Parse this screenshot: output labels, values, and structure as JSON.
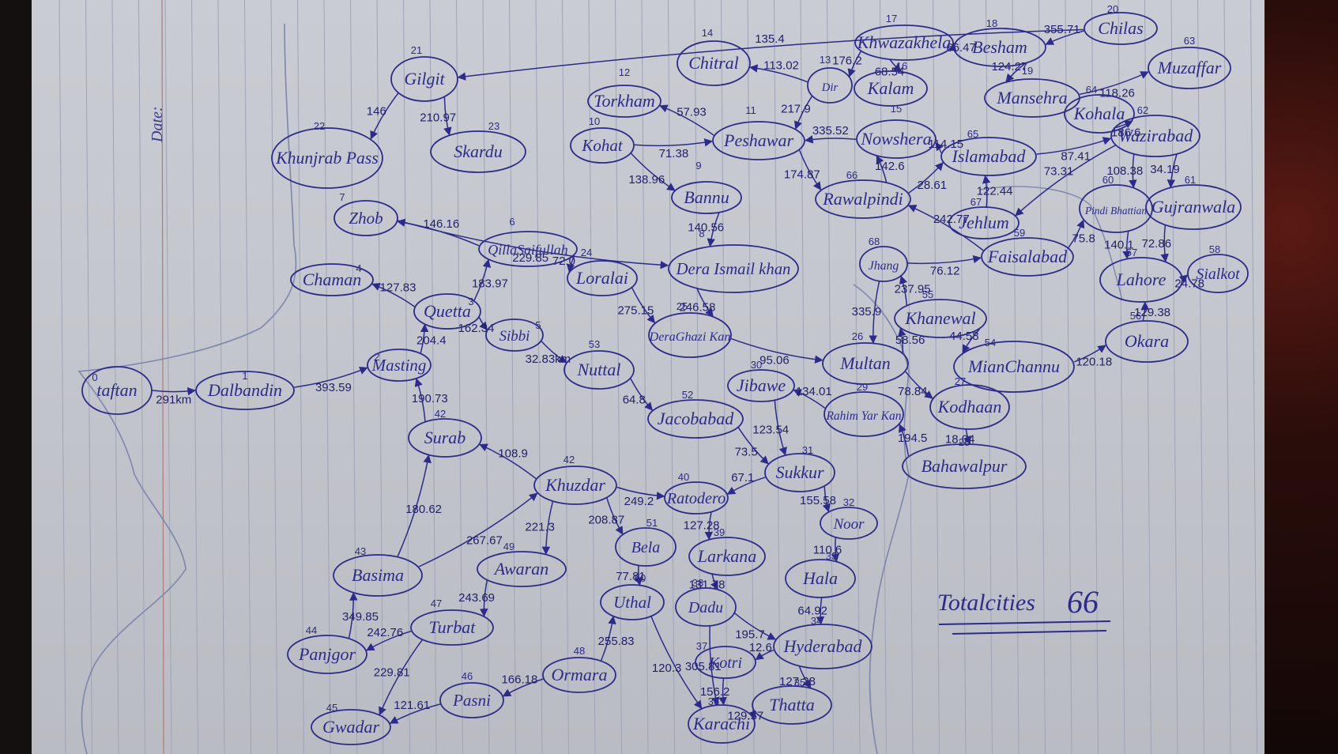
{
  "page": {
    "date_label": "Date:",
    "total_label": "Totalcities",
    "total_value": "66"
  },
  "colors": {
    "ink": "#2c2a8c",
    "paper": "#c6c9cf",
    "line": "#8e96b4"
  },
  "nodes": [
    {
      "id": "0",
      "label": "taftan",
      "idx": "0"
    },
    {
      "id": "1",
      "label": "Dalbandin",
      "idx": "1"
    },
    {
      "id": "2",
      "label": "Masting",
      "idx": "2"
    },
    {
      "id": "3",
      "label": "Quetta",
      "idx": "3"
    },
    {
      "id": "4",
      "label": "Chaman",
      "idx": "4"
    },
    {
      "id": "5",
      "label": "Sibbi",
      "idx": "5"
    },
    {
      "id": "6",
      "label": "QillaSaifullah",
      "idx": "6"
    },
    {
      "id": "7",
      "label": "Zhob",
      "idx": "7"
    },
    {
      "id": "8",
      "label": "Dera Ismail khan",
      "idx": "8"
    },
    {
      "id": "9",
      "label": "Bannu",
      "idx": "9"
    },
    {
      "id": "10",
      "label": "Kohat",
      "idx": "10"
    },
    {
      "id": "11",
      "label": "Peshawar",
      "idx": "11"
    },
    {
      "id": "12",
      "label": "Torkham",
      "idx": "12"
    },
    {
      "id": "13",
      "label": "Dir",
      "idx": "13"
    },
    {
      "id": "14",
      "label": "Chitral",
      "idx": "14"
    },
    {
      "id": "15",
      "label": "Nowshera",
      "idx": "15"
    },
    {
      "id": "16",
      "label": "Kalam",
      "idx": "16"
    },
    {
      "id": "17",
      "label": "Khwazakhela",
      "idx": "17"
    },
    {
      "id": "18",
      "label": "Besham",
      "idx": "18"
    },
    {
      "id": "19",
      "label": "Mansehra",
      "idx": "19"
    },
    {
      "id": "20",
      "label": "Chilas",
      "idx": "20"
    },
    {
      "id": "21",
      "label": "Gilgit",
      "idx": "21"
    },
    {
      "id": "22",
      "label": "Khunjrab Pass",
      "idx": "22"
    },
    {
      "id": "23",
      "label": "Skardu",
      "idx": "23"
    },
    {
      "id": "24",
      "label": "Loralai",
      "idx": "24"
    },
    {
      "id": "25",
      "label": "DeraGhazi Kan",
      "idx": "25"
    },
    {
      "id": "26",
      "label": "Multan",
      "idx": "26"
    },
    {
      "id": "27",
      "label": "Kodhaan",
      "idx": "27"
    },
    {
      "id": "28",
      "label": "Bahawalpur",
      "idx": "28"
    },
    {
      "id": "29",
      "label": "Rahim Yar Kan",
      "idx": "29"
    },
    {
      "id": "30",
      "label": "Jibawe",
      "idx": "30"
    },
    {
      "id": "31",
      "label": "Sukkur",
      "idx": "31"
    },
    {
      "id": "32",
      "label": "Noor",
      "idx": "32"
    },
    {
      "id": "33",
      "label": "Hala",
      "idx": "33"
    },
    {
      "id": "34",
      "label": "Hyderabad",
      "idx": "34"
    },
    {
      "id": "35",
      "label": "Thatta",
      "idx": "35"
    },
    {
      "id": "36",
      "label": "Karachi",
      "idx": "36"
    },
    {
      "id": "37",
      "label": "Kotri",
      "idx": "37"
    },
    {
      "id": "38",
      "label": "Dadu",
      "idx": "38"
    },
    {
      "id": "39",
      "label": "Larkana",
      "idx": "39"
    },
    {
      "id": "40",
      "label": "Ratodero",
      "idx": "40"
    },
    {
      "id": "43",
      "label": "Basima",
      "idx": "43"
    },
    {
      "id": "44",
      "label": "Panjgor",
      "idx": "44"
    },
    {
      "id": "45",
      "label": "Gwadar",
      "idx": "45"
    },
    {
      "id": "46",
      "label": "Pasni",
      "idx": "46"
    },
    {
      "id": "47",
      "label": "Turbat",
      "idx": "47"
    },
    {
      "id": "48",
      "label": "Ormara",
      "idx": "48"
    },
    {
      "id": "49",
      "label": "Awaran",
      "idx": "49"
    },
    {
      "id": "50",
      "label": "Uthal",
      "idx": "50"
    },
    {
      "id": "51",
      "label": "Bela",
      "idx": "51"
    },
    {
      "id": "52",
      "label": "Jacobabad",
      "idx": "52"
    },
    {
      "id": "53",
      "label": "Nuttal",
      "idx": "53"
    },
    {
      "id": "54",
      "label": "MianChannu",
      "idx": "54"
    },
    {
      "id": "55",
      "label": "Khanewal",
      "idx": "55"
    },
    {
      "id": "56",
      "label": "Okara",
      "idx": "56"
    },
    {
      "id": "57",
      "label": "Lahore",
      "idx": "57"
    },
    {
      "id": "58",
      "label": "Sialkot",
      "idx": "58"
    },
    {
      "id": "59",
      "label": "Faisalabad",
      "idx": "59"
    },
    {
      "id": "60",
      "label": "Pindi Bhattian",
      "idx": "60"
    },
    {
      "id": "61",
      "label": "Gujranwala",
      "idx": "61"
    },
    {
      "id": "62",
      "label": "Wazirabad",
      "idx": "62"
    },
    {
      "id": "63",
      "label": "Muzaffar",
      "idx": "63"
    },
    {
      "id": "64",
      "label": "Kohala",
      "idx": "64"
    },
    {
      "id": "65",
      "label": "Islamabad",
      "idx": "65"
    },
    {
      "id": "66",
      "label": "Rawalpindi",
      "idx": "66"
    },
    {
      "id": "67",
      "label": "Jehlum",
      "idx": "67"
    },
    {
      "id": "68",
      "label": "Jhang",
      "idx": "68"
    },
    {
      "id": "41",
      "label": "Surab",
      "idx": "42"
    },
    {
      "id": "42",
      "label": "Khuzdar",
      "idx": "42"
    }
  ],
  "edges": [
    {
      "from": "0",
      "to": "1",
      "label": "291km"
    },
    {
      "from": "1",
      "to": "2",
      "label": "393.59"
    },
    {
      "from": "2",
      "to": "3",
      "label": "204.4"
    },
    {
      "from": "3",
      "to": "4",
      "label": "127.83"
    },
    {
      "from": "3",
      "to": "5",
      "label": "162.34"
    },
    {
      "from": "3",
      "to": "6",
      "label": "183.97"
    },
    {
      "from": "6",
      "to": "7",
      "label": "146.16"
    },
    {
      "from": "6",
      "to": "24",
      "label": "72.0"
    },
    {
      "from": "7",
      "to": "8",
      "label": "229.85"
    },
    {
      "from": "5",
      "to": "53",
      "label": "32.83km"
    },
    {
      "from": "24",
      "to": "25",
      "label": "275.15"
    },
    {
      "from": "8",
      "to": "25",
      "label": "246.58"
    },
    {
      "from": "9",
      "to": "8",
      "label": "140.56"
    },
    {
      "from": "10",
      "to": "9",
      "label": "138.96"
    },
    {
      "from": "10",
      "to": "11",
      "label": "71.38"
    },
    {
      "from": "11",
      "to": "12",
      "label": "57.93"
    },
    {
      "from": "11",
      "to": "66",
      "label": "174.87"
    },
    {
      "from": "13",
      "to": "14",
      "label": "113.02"
    },
    {
      "from": "15",
      "to": "11",
      "label": "335.52"
    },
    {
      "from": "13",
      "to": "11",
      "label": "217.9"
    },
    {
      "from": "17",
      "to": "13",
      "label": "176.2"
    },
    {
      "from": "17",
      "to": "16",
      "label": "68.54"
    },
    {
      "from": "18",
      "to": "17",
      "label": "66.47"
    },
    {
      "from": "20",
      "to": "18",
      "label": "355.71"
    },
    {
      "from": "18",
      "to": "19",
      "label": "124.27"
    },
    {
      "from": "19",
      "to": "63",
      "label": "118.26"
    },
    {
      "from": "20",
      "to": "21",
      "label": "135.4"
    },
    {
      "from": "21",
      "to": "22",
      "label": "146"
    },
    {
      "from": "21",
      "to": "23",
      "label": "210.97"
    },
    {
      "from": "65",
      "to": "15",
      "label": "114.15"
    },
    {
      "from": "66",
      "to": "15",
      "label": "142.6"
    },
    {
      "from": "66",
      "to": "65",
      "label": "28.61"
    },
    {
      "from": "65",
      "to": "62",
      "label": "87.41"
    },
    {
      "from": "62",
      "to": "64",
      "label": "186.6"
    },
    {
      "from": "67",
      "to": "65",
      "label": "122.44"
    },
    {
      "from": "62",
      "to": "67",
      "label": "73.31"
    },
    {
      "from": "62",
      "to": "61",
      "label": "34.19"
    },
    {
      "from": "62",
      "to": "60",
      "label": "108.38"
    },
    {
      "from": "60",
      "to": "57",
      "label": "140.1"
    },
    {
      "from": "61",
      "to": "57",
      "label": "72.86"
    },
    {
      "from": "57",
      "to": "58",
      "label": "24.78"
    },
    {
      "from": "56",
      "to": "57",
      "label": "129.38"
    },
    {
      "from": "59",
      "to": "66",
      "label": "242.77"
    },
    {
      "from": "68",
      "to": "59",
      "label": "76.12"
    },
    {
      "from": "59",
      "to": "60",
      "label": "75.8"
    },
    {
      "from": "55",
      "to": "68",
      "label": "237.95"
    },
    {
      "from": "68",
      "to": "26",
      "label": "335.9"
    },
    {
      "from": "26",
      "to": "55",
      "label": "58.56"
    },
    {
      "from": "55",
      "to": "54",
      "label": "44.58"
    },
    {
      "from": "54",
      "to": "56",
      "label": "120.18"
    },
    {
      "from": "25",
      "to": "26",
      "label": "95.06"
    },
    {
      "from": "26",
      "to": "27",
      "label": "78.84"
    },
    {
      "from": "29",
      "to": "30",
      "label": "134.01"
    },
    {
      "from": "27",
      "to": "28",
      "label": "18.04"
    },
    {
      "from": "28",
      "to": "29",
      "label": "194.5"
    },
    {
      "from": "30",
      "to": "31",
      "label": "123.54"
    },
    {
      "from": "52",
      "to": "31",
      "label": "73.5"
    },
    {
      "from": "53",
      "to": "52",
      "label": "64.8"
    },
    {
      "from": "31",
      "to": "40",
      "label": "67.1"
    },
    {
      "from": "31",
      "to": "32",
      "label": "155.58"
    },
    {
      "from": "32",
      "to": "33",
      "label": "110.6"
    },
    {
      "from": "33",
      "to": "34",
      "label": "64.92"
    },
    {
      "from": "40",
      "to": "39",
      "label": "127.28"
    },
    {
      "from": "39",
      "to": "38",
      "label": "131.78"
    },
    {
      "from": "38",
      "to": "34",
      "label": "195.7"
    },
    {
      "from": "34",
      "to": "37",
      "label": "12.6"
    },
    {
      "from": "34",
      "to": "35",
      "label": "127.28"
    },
    {
      "from": "38",
      "to": "36",
      "label": "305.81"
    },
    {
      "from": "37",
      "to": "36",
      "label": "156.2"
    },
    {
      "from": "35",
      "to": "36",
      "label": "129.57"
    },
    {
      "from": "42",
      "to": "40",
      "label": "249.2"
    },
    {
      "from": "42",
      "to": "41",
      "label": "108.9"
    },
    {
      "from": "41",
      "to": "2",
      "label": "190.73"
    },
    {
      "from": "43",
      "to": "41",
      "label": "180.62"
    },
    {
      "from": "43",
      "to": "42",
      "label": "267.67"
    },
    {
      "from": "42",
      "to": "49",
      "label": "221.3"
    },
    {
      "from": "42",
      "to": "51",
      "label": "208.87"
    },
    {
      "from": "51",
      "to": "50",
      "label": "77.81"
    },
    {
      "from": "48",
      "to": "50",
      "label": "255.83"
    },
    {
      "from": "50",
      "to": "36",
      "label": "120.3"
    },
    {
      "from": "49",
      "to": "47",
      "label": "243.69"
    },
    {
      "from": "47",
      "to": "44",
      "label": "242.76"
    },
    {
      "from": "44",
      "to": "43",
      "label": "349.85"
    },
    {
      "from": "47",
      "to": "45",
      "label": "229.81"
    },
    {
      "from": "48",
      "to": "46",
      "label": "166.18"
    },
    {
      "from": "46",
      "to": "45",
      "label": "121.61"
    }
  ]
}
